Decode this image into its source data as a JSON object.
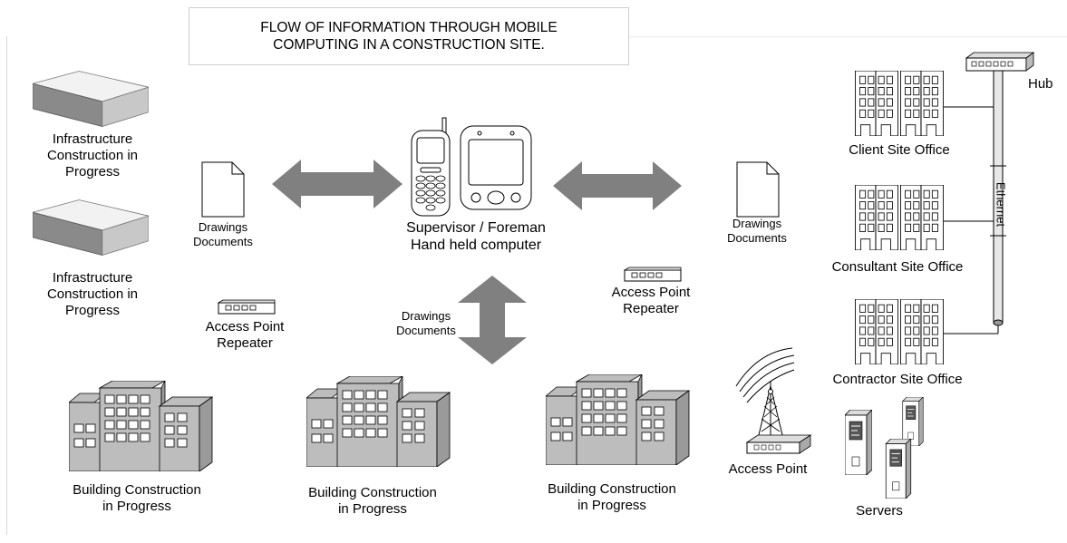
{
  "title": {
    "line1": "FLOW OF INFORMATION THROUGH MOBILE",
    "line2": "COMPUTING IN A CONSTRUCTION SITE."
  },
  "infrastructure": [
    {
      "line1": "Infrastructure",
      "line2": "Construction in",
      "line3": "Progress"
    },
    {
      "line1": "Infrastructure",
      "line2": "Construction in",
      "line3": "Progress"
    }
  ],
  "documents": {
    "left": {
      "line1": "Drawings",
      "line2": "Documents"
    },
    "right": {
      "line1": "Drawings",
      "line2": "Documents"
    },
    "center": {
      "line1": "Drawings",
      "line2": "Documents"
    }
  },
  "handheld": {
    "line1": "Supervisor / Foreman",
    "line2": "Hand held computer"
  },
  "repeaters": [
    {
      "line1": "Access Point",
      "line2": "Repeater"
    },
    {
      "line1": "Access Point",
      "line2": "Repeater"
    }
  ],
  "buildings": [
    {
      "line1": "Building Construction",
      "line2": "in Progress"
    },
    {
      "line1": "Building Construction",
      "line2": "in Progress"
    },
    {
      "line1": "Building Construction",
      "line2": "in Progress"
    }
  ],
  "offices": {
    "client": "Client Site Office",
    "consultant": "Consultant Site Office",
    "contractor": "Contractor Site Office"
  },
  "network": {
    "hub": "Hub",
    "ethernet": "Ethernet",
    "access_point": "Access Point",
    "servers": "Servers"
  },
  "colors": {
    "arrow": "#808080",
    "stroke": "#000000",
    "shade": "#7f7f7f",
    "light": "#e6e6e6"
  }
}
